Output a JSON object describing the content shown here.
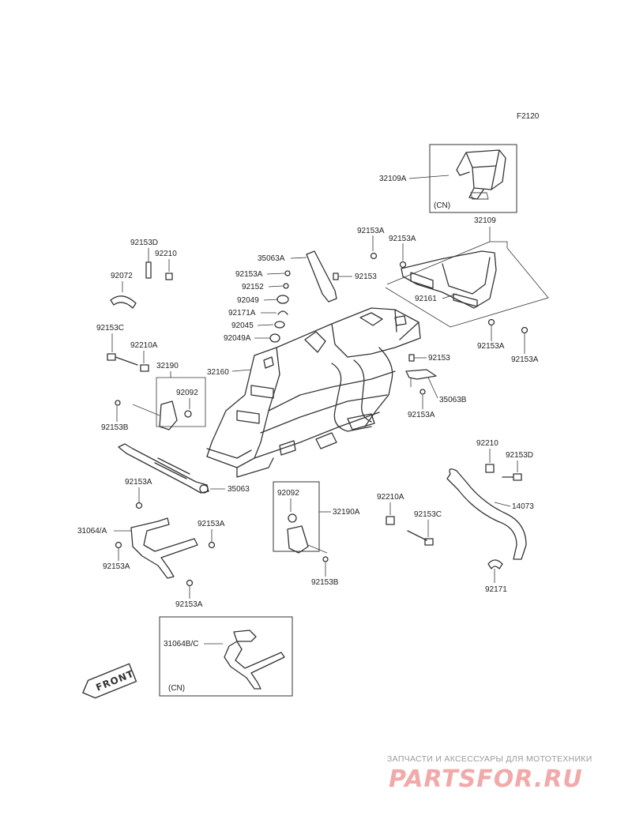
{
  "diagram_code": "F2120",
  "labels": {
    "l_32109A": "32109A",
    "l_cn_top": "(CN)",
    "l_32109": "32109",
    "l_92153A_a": "92153A",
    "l_92153A_b": "92153A",
    "l_92161": "92161",
    "l_92153A_c": "92153A",
    "l_92153A_d": "92153A",
    "l_92153D_a": "92153D",
    "l_92210_a": "92210",
    "l_92072": "92072",
    "l_35063A": "35063A",
    "l_92153A_e": "92153A",
    "l_92153_a": "92153",
    "l_92152": "92152",
    "l_92049": "92049",
    "l_92171A": "92171A",
    "l_92045": "92045",
    "l_92049A": "92049A",
    "l_92153C_a": "92153C",
    "l_92210A_a": "92210A",
    "l_32190": "32190",
    "l_32160": "32160",
    "l_92092_a": "92092",
    "l_92153B_a": "92153B",
    "l_92153_b": "92153",
    "l_35063B": "35063B",
    "l_92153A_f": "92153A",
    "l_92210_b": "92210",
    "l_92153D_b": "92153D",
    "l_35063": "35063",
    "l_92153A_g": "92153A",
    "l_14073": "14073",
    "l_92092_b": "92092",
    "l_32190A": "32190A",
    "l_92210A_b": "92210A",
    "l_92153C_b": "92153C",
    "l_31064A": "31064/A",
    "l_92153A_h": "92153A",
    "l_92153A_i": "92153A",
    "l_92153A_j": "92153A",
    "l_92153B_b": "92153B",
    "l_92171": "92171",
    "l_31064BC": "31064B/C",
    "l_cn_bottom": "(CN)",
    "front": "FRONT"
  },
  "watermark": {
    "tagline": "ЗАПЧАСТИ И АКСЕССУАРЫ ДЛЯ МОТОТЕХНИКИ",
    "logo": "PARTSFOR.RU"
  },
  "colors": {
    "line": "#333333",
    "watermark_text": "#9a9a9a",
    "watermark_logo": "#f2a9a9"
  }
}
